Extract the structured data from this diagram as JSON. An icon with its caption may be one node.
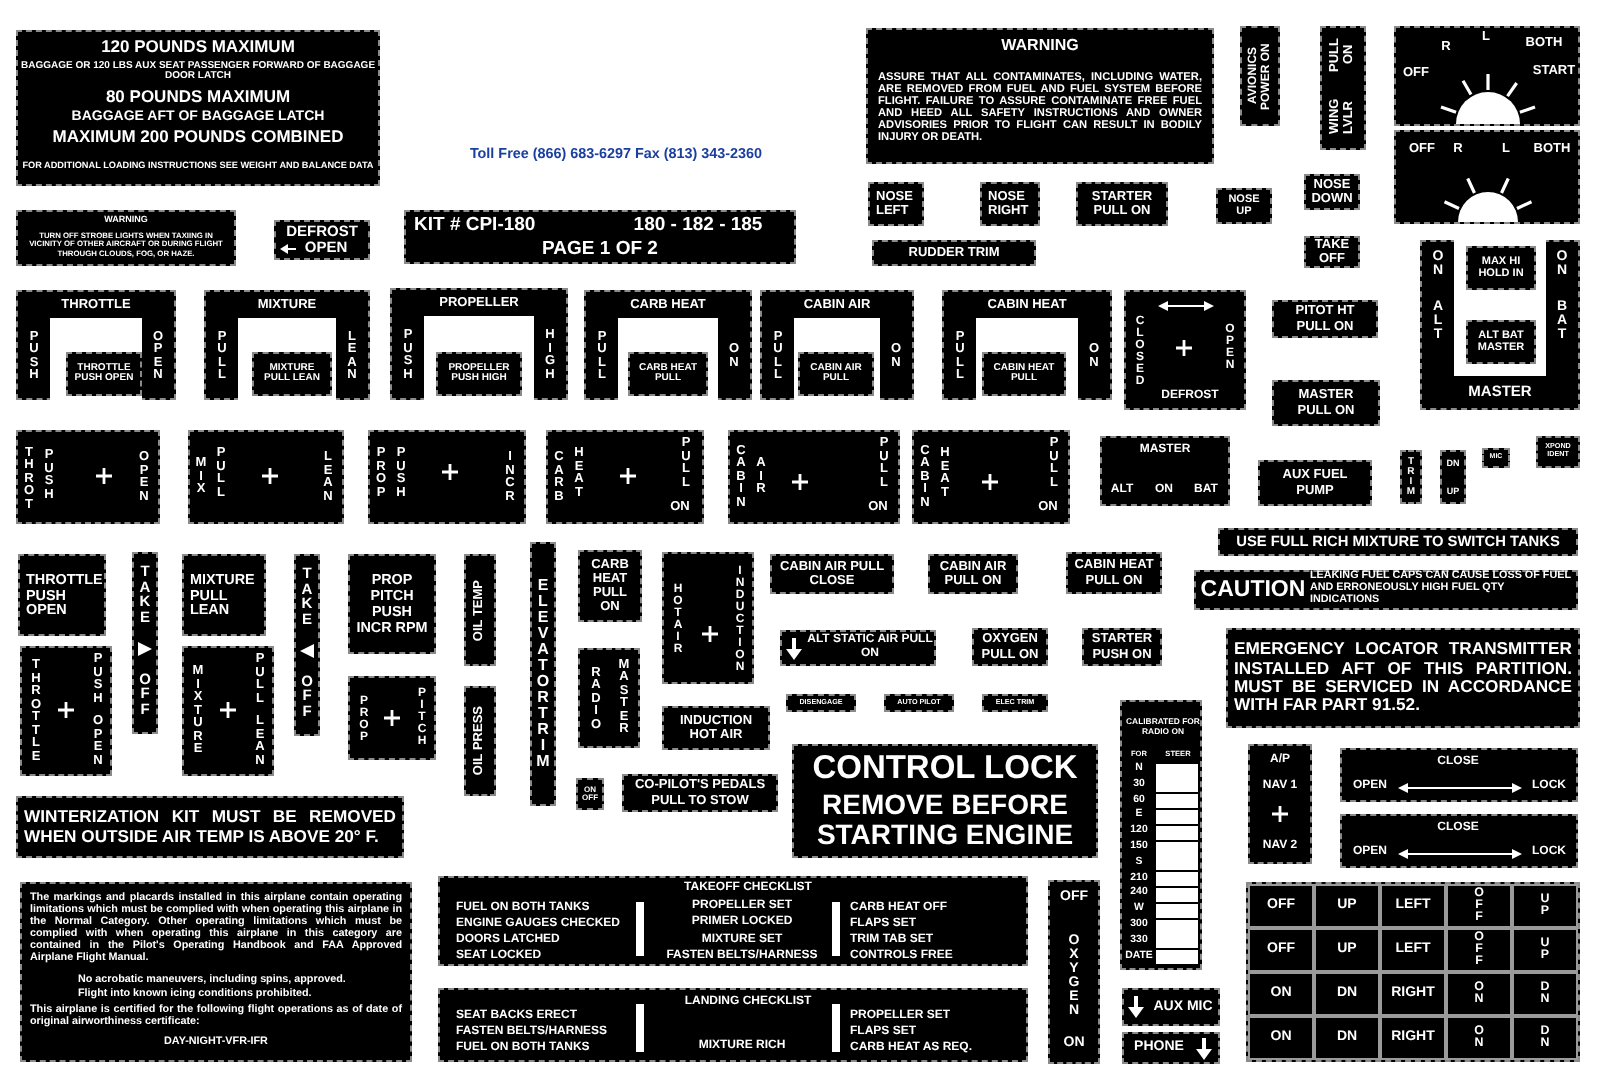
{
  "diagram": {
    "nodes": [
      {
        "text": [
          "120 POUNDS MAXIMUM",
          "BAGGAGE OR 120 LBS AUX SEAT PASSENGER FORWARD OF BAGGAGE DOOR LATCH",
          "80 POUNDS MAXIMUM",
          "BAGGAGE AFT OF BAGGAGE LATCH",
          "MAXIMUM 200 POUNDS COMBINED",
          "FOR ADDITIONAL LOADING INSTRUCTIONS SEE WEIGHT AND BALANCE DATA"
        ]
      },
      {
        "text": [
          "WARNING",
          "TURN OFF STROBE LIGHTS WHEN TAXIING IN VICINITY OF OTHER AIRCRAFT OR DURING FLIGHT THROUGH CLOUDS, FOG, OR HAZE."
        ]
      },
      {
        "text": [
          "DEFROST",
          "OPEN"
        ]
      },
      {
        "text": [
          "KIT # CPI-180",
          "180 - 182 - 185",
          "PAGE 1 OF 2"
        ]
      },
      {
        "text": [
          "WARNING",
          "ASSURE THAT ALL CONTAMINATES, INCLUDING WATER, ARE REMOVED FROM FUEL AND FUEL SYSTEM BEFORE FLIGHT. FAILURE TO ASSURE CONTAMINATE FREE FUEL AND HEED ALL SAFETY INSTRUCTIONS AND OWNER ADVISORIES PRIOR TO FLIGHT CAN RESULT IN BODILY INJURY OR DEATH."
        ]
      },
      {
        "text": [
          "AVIONICS POWER ON"
        ]
      },
      {
        "text": [
          "PULL ON",
          "WING LVLR"
        ]
      },
      {
        "text": [
          "OFF",
          "R",
          "L",
          "BOTH",
          "START"
        ]
      },
      {
        "text": [
          "OFF",
          "R",
          "L",
          "BOTH"
        ]
      },
      {
        "text": [
          "NOSE LEFT"
        ]
      },
      {
        "text": [
          "NOSE RIGHT"
        ]
      },
      {
        "text": [
          "STARTER PULL ON"
        ]
      },
      {
        "text": [
          "NOSE UP"
        ]
      },
      {
        "text": [
          "NOSE DOWN"
        ]
      },
      {
        "text": [
          "RUDDER TRIM"
        ]
      },
      {
        "text": [
          "TAKE OFF"
        ]
      },
      {
        "text": [
          "ON",
          "ALT",
          "ON",
          "BAT",
          "MASTER"
        ]
      },
      {
        "text": [
          "MAX HI HOLD IN"
        ],
        "in": 16
      },
      {
        "text": [
          "ALT BAT MASTER"
        ],
        "in": 16
      },
      {
        "text": [
          "THROTTLE",
          "PUSH",
          "OPEN"
        ]
      },
      {
        "text": [
          "THROTTLE PUSH OPEN"
        ],
        "in": 19
      },
      {
        "text": [
          "MIXTURE",
          "PULL",
          "LEAN"
        ]
      },
      {
        "text": [
          "MIXTURE PULL LEAN"
        ],
        "in": 21
      },
      {
        "text": [
          "PROPELLER",
          "PUSH",
          "HIGH"
        ]
      },
      {
        "text": [
          "PROPELLER PUSH HIGH"
        ],
        "in": 23
      },
      {
        "text": [
          "CARB HEAT",
          "PULL",
          "ON"
        ]
      },
      {
        "text": [
          "CARB HEAT PULL"
        ],
        "in": 25
      },
      {
        "text": [
          "CABIN AIR",
          "PULL",
          "ON"
        ]
      },
      {
        "text": [
          "CABIN AIR PULL"
        ],
        "in": 27
      },
      {
        "text": [
          "CABIN HEAT",
          "PULL",
          "ON"
        ]
      },
      {
        "text": [
          "CABIN HEAT PULL"
        ],
        "in": 29
      },
      {
        "text": [
          "CLOSED",
          "OPEN",
          "DEFROST"
        ]
      },
      {
        "text": [
          "PITOT HT PULL ON"
        ]
      },
      {
        "text": [
          "MASTER PULL ON"
        ]
      },
      {
        "text": [
          "THROT",
          "PUSH",
          "OPEN"
        ]
      },
      {
        "text": [
          "MIX",
          "PULL",
          "LEAN"
        ]
      },
      {
        "text": [
          "PROP",
          "PUSH",
          "INCR"
        ]
      },
      {
        "text": [
          "CARB",
          "HEAT",
          "PULL",
          "ON"
        ]
      },
      {
        "text": [
          "CABIN",
          "AIR",
          "PULL",
          "ON"
        ]
      },
      {
        "text": [
          "CABIN",
          "HEAT",
          "PULL",
          "ON"
        ]
      },
      {
        "text": [
          "MASTER",
          "ALT",
          "ON",
          "BAT"
        ]
      },
      {
        "text": [
          "AUX FUEL PUMP"
        ]
      },
      {
        "text": [
          "TRIM"
        ]
      },
      {
        "text": [
          "DN",
          "UP"
        ]
      },
      {
        "text": [
          "MIC"
        ]
      },
      {
        "text": [
          "XPOND IDENT"
        ]
      },
      {
        "text": [
          "USE FULL RICH MIXTURE TO SWITCH TANKS"
        ]
      },
      {
        "text": [
          "CAUTION",
          "LEAKING FUEL CAPS CAN CAUSE LOSS OF FUEL AND ERRONEOUSLY HIGH FUEL QTY INDICATIONS"
        ]
      },
      {
        "text": [
          "EMERGENCY LOCATOR TRANSMITTER INSTALLED AFT OF THIS PARTITION. MUST BE SERVICED IN ACCORDANCE WITH FAR PART 91.52."
        ]
      },
      {
        "text": [
          "THROTTLE PUSH OPEN"
        ]
      },
      {
        "text": [
          "TAKE",
          "OFF"
        ]
      },
      {
        "text": [
          "THROTTLE",
          "PUSH",
          "OPEN"
        ]
      },
      {
        "text": [
          "MIXTURE PULL LEAN"
        ]
      },
      {
        "text": [
          "TAKE",
          "OFF"
        ]
      },
      {
        "text": [
          "MIXTURE",
          "PULL",
          "LEAN"
        ]
      },
      {
        "text": [
          "PROP PITCH PUSH INCR RPM"
        ]
      },
      {
        "text": [
          "PROP",
          "PITCH"
        ]
      },
      {
        "text": [
          "OIL TEMP"
        ]
      },
      {
        "text": [
          "OIL PRESS"
        ]
      },
      {
        "text": [
          "ELEVATOR TRIM"
        ]
      },
      {
        "text": [
          "CARB HEAT PULL ON"
        ]
      },
      {
        "text": [
          "HOT AIR",
          "INDUCTION"
        ]
      },
      {
        "text": [
          "RADIO",
          "MASTER"
        ]
      },
      {
        "text": [
          "INDUCTION HOT AIR"
        ]
      },
      {
        "text": [
          "ON OFF"
        ]
      },
      {
        "text": [
          "CO-PILOT'S PEDALS PULL TO STOW"
        ]
      },
      {
        "text": [
          "CABIN AIR PULL CLOSE"
        ]
      },
      {
        "text": [
          "CABIN AIR PULL ON"
        ]
      },
      {
        "text": [
          "CABIN HEAT PULL ON"
        ]
      },
      {
        "text": [
          "ALT STATIC AIR PULL ON"
        ]
      },
      {
        "text": [
          "OXYGEN PULL ON"
        ]
      },
      {
        "text": [
          "STARTER PUSH ON"
        ]
      },
      {
        "text": [
          "DISENGAGE"
        ]
      },
      {
        "text": [
          "AUTO PILOT"
        ]
      },
      {
        "text": [
          "ELEC TRIM"
        ]
      },
      {
        "text": [
          "CONTROL LOCK",
          "REMOVE BEFORE STARTING ENGINE"
        ]
      },
      {
        "text": [
          "CALIBRATED FOR RADIO ON",
          "FOR",
          "STEER",
          "N",
          "30",
          "60",
          "E",
          "120",
          "150",
          "S",
          "210",
          "240",
          "W",
          "300",
          "330",
          "DATE"
        ]
      },
      {
        "text": [
          "A/P",
          "NAV 1",
          "NAV 2"
        ]
      },
      {
        "text": [
          "CLOSE",
          "OPEN",
          "LOCK"
        ]
      },
      {
        "text": [
          "CLOSE",
          "OPEN",
          "LOCK"
        ]
      },
      {
        "text": [
          "OFF",
          "UP",
          "LEFT",
          "OFF",
          "UP",
          "OFF",
          "UP",
          "LEFT",
          "OFF",
          "UP",
          "ON",
          "DN",
          "RIGHT",
          "ON",
          "DN",
          "ON",
          "DN",
          "RIGHT",
          "ON",
          "DN"
        ]
      },
      {
        "text": [
          "WINTERIZATION KIT MUST BE REMOVED WHEN OUTSIDE AIR TEMP IS ABOVE 20° F."
        ]
      },
      {
        "text": [
          "The markings and placards installed in this airplane contain operating limitations which must be complied with when operating this airplane in the Normal Category. Other operating limitations which must be complied with when operating this airplane in this category are contained in the Pilot's Operating Handbook and FAA Approved Airplane Flight Manual.",
          "No acrobatic maneuvers, including spins, approved.",
          "Flight into known icing conditions prohibited.",
          "This airplane is certified for the following flight operations as of date of original airworthiness certificate:",
          "DAY-NIGHT-VFR-IFR"
        ]
      },
      {
        "text": [
          "TAKEOFF CHECKLIST",
          "FUEL ON BOTH TANKS",
          "ENGINE GAUGES CHECKED",
          "DOORS LATCHED",
          "SEAT LOCKED",
          "PROPELLER SET",
          "PRIMER LOCKED",
          "MIXTURE SET",
          "FASTEN BELTS/HARNESS",
          "CARB HEAT OFF",
          "FLAPS SET",
          "TRIM TAB SET",
          "CONTROLS FREE"
        ]
      },
      {
        "text": [
          "LANDING CHECKLIST",
          "SEAT BACKS ERECT",
          "FASTEN BELTS/HARNESS",
          "FUEL ON BOTH TANKS",
          "MIXTURE RICH",
          "PROPELLER SET",
          "FLAPS SET",
          "CARB HEAT AS REQ."
        ]
      },
      {
        "text": [
          "OFF",
          "OXYGEN",
          "ON"
        ]
      },
      {
        "text": [
          "AUX MIC"
        ]
      },
      {
        "text": [
          "PHONE"
        ]
      }
    ],
    "labels": [
      "Toll Free (866) 683-6297 Fax (813) 343-2360"
    ]
  }
}
